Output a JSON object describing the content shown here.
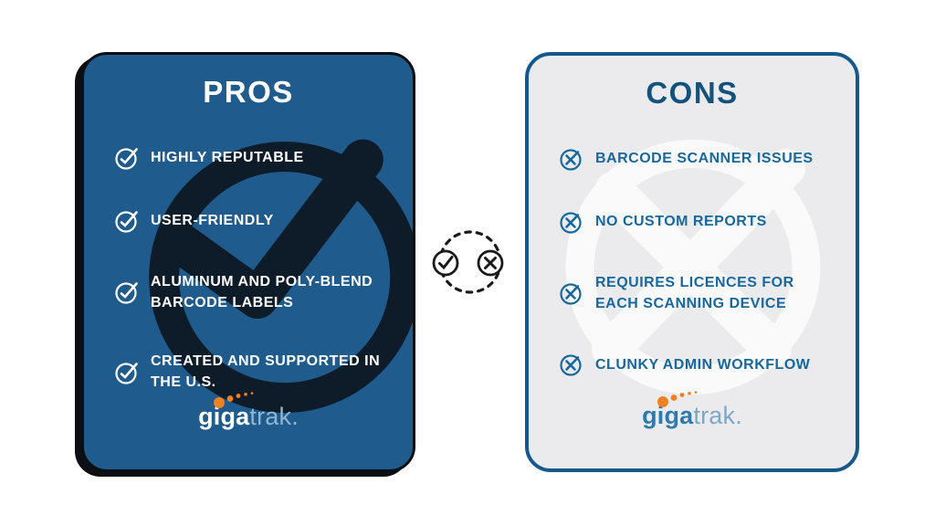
{
  "pros_card": {
    "title": "PROS",
    "item_icon": "check-circle-icon",
    "watermark_icon": "check-circle-watermark",
    "items": [
      "HIGHLY REPUTABLE",
      "USER-FRIENDLY",
      "ALUMINUM AND POLY-BLEND\nBARCODE LABELS",
      "CREATED AND SUPPORTED IN\nTHE U.S."
    ],
    "logo": {
      "giga": "giga",
      "trak": "trak."
    },
    "colors": {
      "background": "#1F5B8C",
      "border": "#0B0F13",
      "text": "#FFFFFF",
      "watermark": "#0E1C29"
    }
  },
  "cons_card": {
    "title": "CONS",
    "item_icon": "x-circle-icon",
    "watermark_icon": "x-circle-watermark",
    "items": [
      "BARCODE SCANNER ISSUES",
      "NO CUSTOM REPORTS",
      "REQUIRES LICENCES FOR\nEACH SCANNING DEVICE",
      "CLUNKY ADMIN WORKFLOW"
    ],
    "logo": {
      "giga": "giga",
      "trak": "trak."
    },
    "colors": {
      "background": "#EBEBED",
      "border": "#15598C",
      "title": "#14527E",
      "text": "#16689F",
      "watermark": "#FAFAFB"
    }
  },
  "center_badge": {
    "icons": [
      "check-circle-icon",
      "x-circle-icon"
    ],
    "style": "dashed-circle",
    "color": "#1A1A1A"
  },
  "brand": {
    "name": "gigatrak",
    "orange": "#F08120"
  }
}
